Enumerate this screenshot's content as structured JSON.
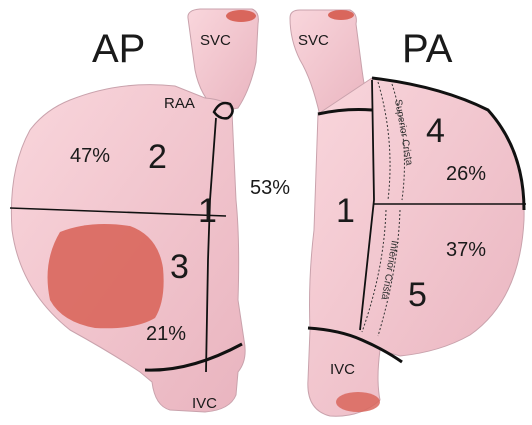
{
  "views": {
    "ap": "AP",
    "pa": "PA"
  },
  "anatomy": {
    "svc_left": "SVC",
    "svc_right": "SVC",
    "raa": "RAA",
    "ivc_left": "IVC",
    "ivc_right": "IVC"
  },
  "segments": {
    "ap_1": "1",
    "ap_2": "2",
    "ap_3": "3",
    "pa_1": "1",
    "pa_4": "4",
    "pa_5": "5"
  },
  "percentages": {
    "ap_seg2": "47%",
    "ap_seg3": "21%",
    "center": "53%",
    "pa_seg4": "26%",
    "pa_seg5": "37%"
  },
  "crista": {
    "superior": "Superior Crista",
    "inferior": "Inferior Crista"
  },
  "colors": {
    "atrium": "#f5c6d0",
    "lesion": "#d9665c",
    "vessel_cut": "#d9665c",
    "outline": "#111111"
  }
}
